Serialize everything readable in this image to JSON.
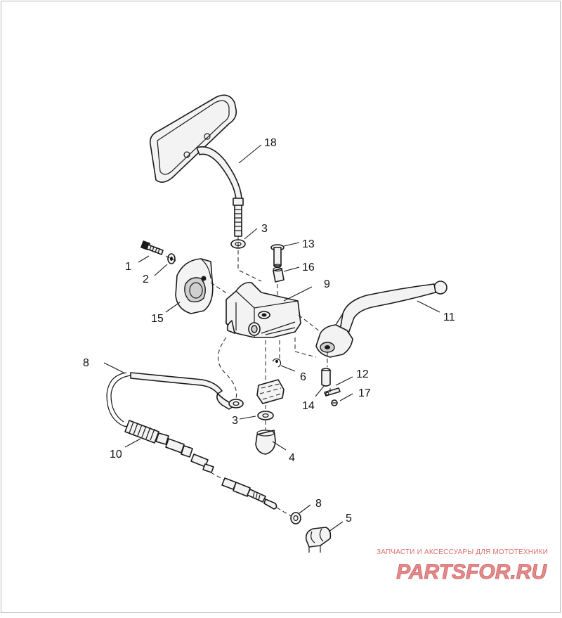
{
  "diagram": {
    "callouts": [
      {
        "id": "c1",
        "label": "1"
      },
      {
        "id": "c2",
        "label": "2"
      },
      {
        "id": "c3a",
        "label": "3"
      },
      {
        "id": "c3b",
        "label": "3"
      },
      {
        "id": "c4",
        "label": "4"
      },
      {
        "id": "c5",
        "label": "5"
      },
      {
        "id": "c6",
        "label": "6"
      },
      {
        "id": "c8a",
        "label": "8"
      },
      {
        "id": "c8b",
        "label": "8"
      },
      {
        "id": "c9",
        "label": "9"
      },
      {
        "id": "c10",
        "label": "10"
      },
      {
        "id": "c11",
        "label": "11"
      },
      {
        "id": "c12",
        "label": "12"
      },
      {
        "id": "c13",
        "label": "13"
      },
      {
        "id": "c14",
        "label": "14"
      },
      {
        "id": "c15",
        "label": "15"
      },
      {
        "id": "c16",
        "label": "16"
      },
      {
        "id": "c17",
        "label": "17"
      },
      {
        "id": "c18",
        "label": "18"
      }
    ]
  },
  "watermark": {
    "tagline": "ЗАПЧАСТИ И АКСЕССУАРЫ ДЛЯ МОТОТЕХНИКИ",
    "logo_text": "PARTSFOR.RU",
    "color": "#e07070"
  }
}
